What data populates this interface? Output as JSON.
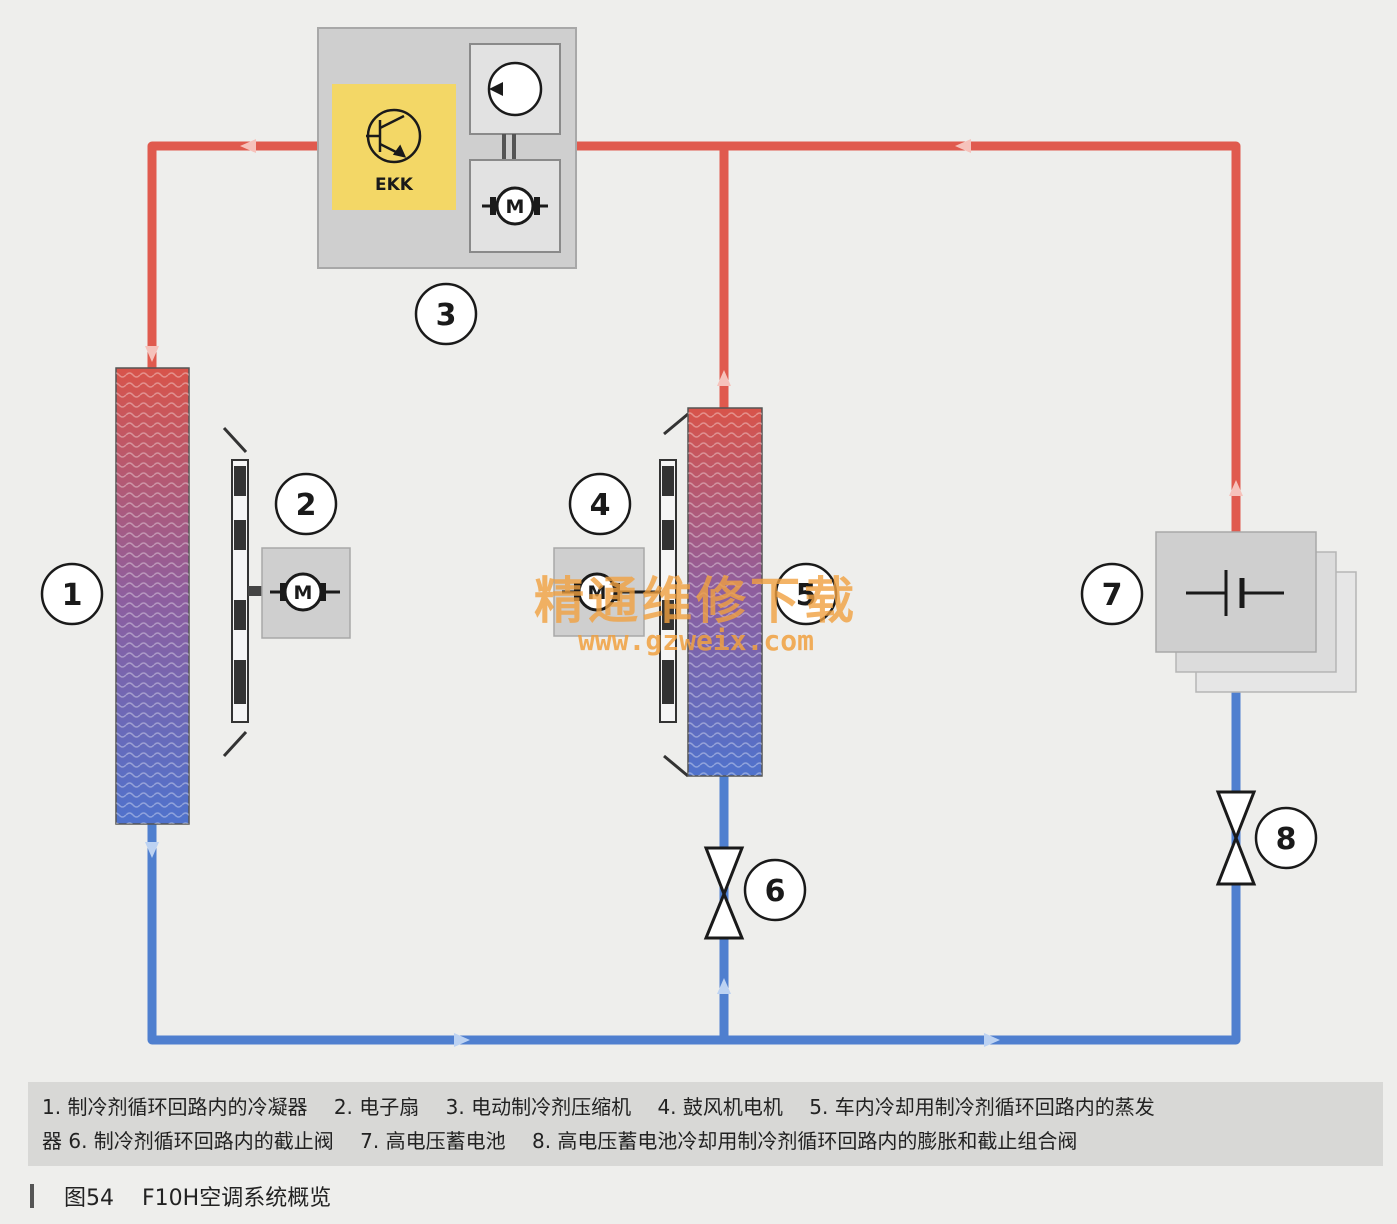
{
  "components": {
    "c1": "1",
    "c2": "2",
    "c3": "3",
    "c4": "4",
    "c5": "5",
    "c6": "6",
    "c7": "7",
    "c8": "8"
  },
  "compressor_module": {
    "ekk_label": "EKK",
    "motor_symbol": "M"
  },
  "fan_motor_symbol": "M",
  "blower_motor_symbol": "M",
  "watermark": {
    "text": "精通维修下载",
    "url": "www.gzweix.com"
  },
  "legend": {
    "line1": [
      "1. 制冷剂循环回路内的冷凝器",
      "2. 电子扇",
      "3. 电动制冷剂压缩机",
      "4. 鼓风机电机",
      "5. 车内冷却用制冷剂循环回路内的蒸发"
    ],
    "line2": [
      "器 6. 制冷剂循环回路内的截止阀",
      "7. 高电压蓄电池",
      "8. 高电压蓄电池冷却用制冷剂循环回路内的膨胀和截止组合阀"
    ]
  },
  "caption": {
    "figure_no": "图54",
    "title": "F10H空调系统概览"
  },
  "colors": {
    "hot_line": "#e05a4e",
    "cold_line": "#4f7fcf",
    "module_gray": "#cfcfcf",
    "ekk_yellow": "#f3d766",
    "background": "#eeeeec"
  }
}
